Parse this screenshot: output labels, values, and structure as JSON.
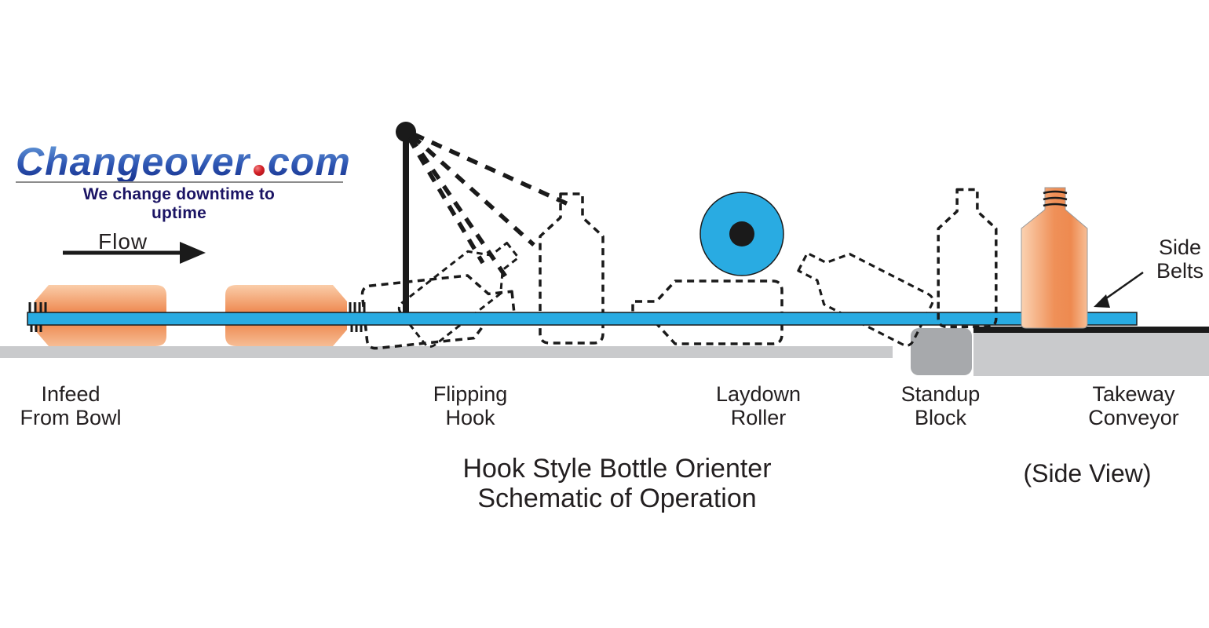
{
  "logo": {
    "text": "Changeover.com",
    "brand_main": "Changeover",
    "brand_dot": ".",
    "brand_tld": "com",
    "tagline": "We change downtime to uptime"
  },
  "flow": {
    "label": "Flow"
  },
  "sections": [
    {
      "id": "infeed",
      "line1": "Infeed",
      "line2": "From Bowl"
    },
    {
      "id": "flipping-hook",
      "line1": "Flipping",
      "line2": "Hook"
    },
    {
      "id": "laydown-roller",
      "line1": "Laydown",
      "line2": "Roller"
    },
    {
      "id": "standup-block",
      "line1": "Standup",
      "line2": "Block"
    },
    {
      "id": "takeaway-conveyor",
      "line1": "Takeway",
      "line2": "Conveyor"
    }
  ],
  "side_belts": {
    "line1": "Side",
    "line2": "Belts"
  },
  "title": {
    "line1": "Hook Style Bottle Orienter",
    "line2": "Schematic of Operation",
    "view_note": "(Side View)"
  },
  "colors": {
    "belt_blue": "#29abe2",
    "bottle_orange_dark": "#ee8a50",
    "bottle_orange_light": "#fbd2b2",
    "floor_gray": "#c9cacc",
    "standup_block_gray": "#a7a9ac",
    "outline_black": "#1a1a1a",
    "logo_blue": "#2147a8",
    "tagline_navy": "#1b1464",
    "logo_dot_red": "#d42027",
    "text_color": "#231f20"
  }
}
